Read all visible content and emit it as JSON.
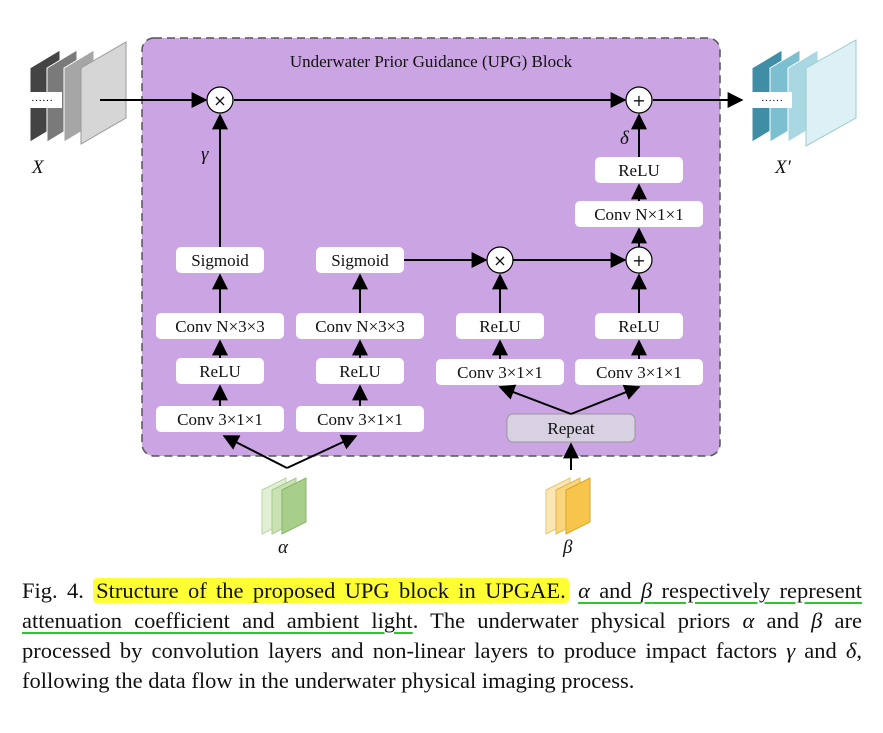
{
  "block_title": "Underwater Prior Guidance (UPG) Block",
  "input_label": "X",
  "output_label": "X′",
  "dots": "······",
  "left_branch": {
    "conv_bottom": "Conv 3×1×1",
    "relu": "ReLU",
    "conv_top": "Conv N×3×3",
    "sigmoid": "Sigmoid",
    "output_symbol": "γ"
  },
  "middle_branch": {
    "conv_bottom": "Conv 3×1×1",
    "relu": "ReLU",
    "conv_top": "Conv N×3×3",
    "sigmoid": "Sigmoid"
  },
  "right_branch_a": {
    "conv": "Conv 3×1×1",
    "relu": "ReLU"
  },
  "right_branch_b": {
    "conv": "Conv 3×1×1",
    "relu": "ReLU",
    "conv_top": "Conv N×1×1",
    "relu_top": "ReLU",
    "output_symbol": "δ"
  },
  "repeat": "Repeat",
  "operators": {
    "multiply": "×",
    "add": "+"
  },
  "prior_labels": {
    "alpha": "α",
    "beta": "β"
  },
  "caption": {
    "prefix": "Fig. 4.",
    "highlighted": "Structure of the proposed UPG block in UPGAE.",
    "underlined_alpha": "α",
    "underlined_and": " and ",
    "underlined_beta": "β",
    "underlined_rest": " respectively represent attenuation coefficient and ambient light",
    "rest_1": ". The underwater physical priors ",
    "alpha": "α",
    "and_1": " and ",
    "beta": "β",
    "rest_2": " are processed by convolution layers and non-linear layers to produce impact factors ",
    "gamma": "γ",
    "and_2": " and ",
    "delta": "δ",
    "rest_3": ", following the data flow in the underwater physical imaging process."
  },
  "colors": {
    "block_fill": "#cba5e3",
    "block_border": "#555555",
    "repeat_fill": "#d7d1e2",
    "alpha_fill": "#a8cf8a",
    "beta_fill": "#f7c44c",
    "input_fill": "#8a8a8a",
    "output_fill": "#6fb3c4",
    "highlight": "#ffff33",
    "underline": "#2ec52e"
  }
}
